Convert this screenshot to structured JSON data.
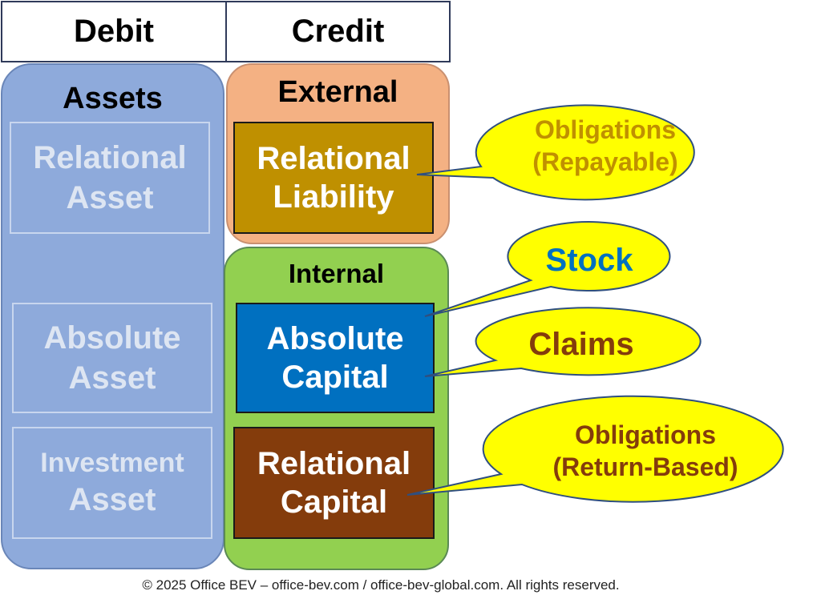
{
  "header": {
    "debit": "Debit",
    "credit": "Credit"
  },
  "assets": {
    "title": "Assets",
    "items": [
      {
        "line1": "Relational",
        "line2": "Asset"
      },
      {
        "line1": "Absolute",
        "line2": "Asset"
      },
      {
        "line1": "Investment",
        "line2": "Asset"
      }
    ]
  },
  "external": {
    "title": "External",
    "item": {
      "line1": "Relational",
      "line2": "Liability"
    }
  },
  "internal": {
    "title": "Internal",
    "items": [
      {
        "line1": "Absolute",
        "line2": "Capital"
      },
      {
        "line1": "Relational",
        "line2": "Capital"
      }
    ]
  },
  "callouts": {
    "repayable": {
      "line1": "Obligations",
      "line2": "(Repayable)"
    },
    "stock": "Stock",
    "claims": "Claims",
    "return_based": {
      "line1": "Obligations",
      "line2": "(Return-Based)"
    }
  },
  "footer": "© 2025 Office BEV – office-bev.com / office-bev-global.com. All rights reserved.",
  "colors": {
    "assets_fill": "#8eaadb",
    "external_fill": "#f4b183",
    "internal_fill": "#92d050",
    "relational_liability": "#bf9000",
    "absolute_capital": "#0070c0",
    "relational_capital": "#843c0c",
    "callout_fill": "#ffff00",
    "callout_text_gold": "#c09000",
    "callout_text_blue": "#0070c0",
    "callout_text_brown": "#843c0c"
  }
}
